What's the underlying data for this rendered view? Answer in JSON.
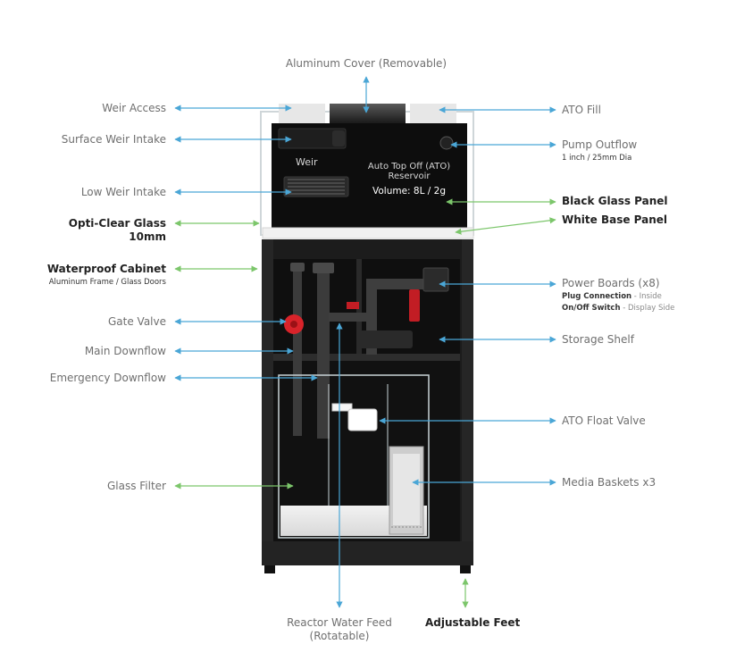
{
  "labels": {
    "aluminum_cover": "Aluminum Cover (Removable)",
    "weir_access": "Weir Access",
    "ato_fill": "ATO Fill",
    "surface_weir_intake": "Surface Weir Intake",
    "pump_outflow": "Pump Outflow",
    "pump_outflow_sub": "1 inch / 25mm Dia",
    "low_weir_intake": "Low Weir Intake",
    "black_glass_panel": "Black Glass Panel",
    "opti_clear_glass": "Opti-Clear Glass",
    "opti_clear_glass_sub": "10mm",
    "white_base_panel": "White Base Panel",
    "waterproof_cabinet": "Waterproof Cabinet",
    "waterproof_cabinet_sub": "Aluminum Frame / Glass Doors",
    "power_boards": "Power Boards (x8)",
    "plug_connection": "Plug Connection",
    "plug_connection_note": " - Inside",
    "onoff_switch": "On/Off Switch",
    "onoff_switch_note": " - Display Side",
    "gate_valve": "Gate Valve",
    "storage_shelf": "Storage Shelf",
    "main_downflow": "Main Downflow",
    "emergency_downflow": "Emergency Downflow",
    "ato_float_valve": "ATO Float Valve",
    "glass_filter": "Glass Filter",
    "media_baskets": "Media Baskets x3",
    "reactor_water_feed": "Reactor Water Feed",
    "reactor_water_feed_sub": "(Rotatable)",
    "adjustable_feet": "Adjustable Feet"
  },
  "tank_text": {
    "weir": "Weir",
    "ato_line1": "Auto Top Off (ATO)",
    "ato_line2": "Reservoir",
    "volume": "Volume: 8L / 2g"
  },
  "colors": {
    "blue_arrow": "#4aa6d6",
    "green_arrow": "#7cc66b",
    "cabinet": "#1c1c1c",
    "glass_panel": "#0d0d0d",
    "red_valve": "#d8232a"
  }
}
